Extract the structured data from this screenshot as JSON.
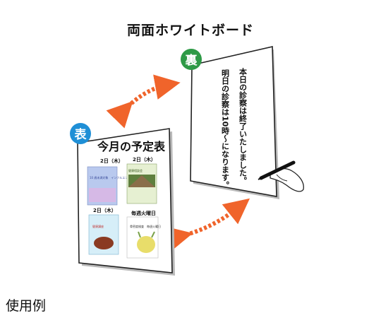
{
  "title": "両面ホワイトボード",
  "caption": "使用例",
  "back_side": {
    "badge": "裏",
    "lines": [
      "本日の診察は終了いたしました。",
      "明日の診察は10時〜になります。"
    ]
  },
  "front_side": {
    "badge": "表",
    "heading": "今月の予定表",
    "cards": [
      {
        "date": "2日（木）",
        "text": "10 歳未満対象　インフルエンザ"
      },
      {
        "date": "2日（木）",
        "text": "健康相談会"
      },
      {
        "date": "2日（木）",
        "text": "健康講座"
      },
      {
        "date": "毎週火曜日",
        "text": "骨密度検査　毎週火曜日"
      }
    ]
  },
  "colors": {
    "back_badge": "#2e9a46",
    "front_badge": "#1f8fd6",
    "arrow": "#f0642b",
    "magnet": "#d53a3a"
  }
}
